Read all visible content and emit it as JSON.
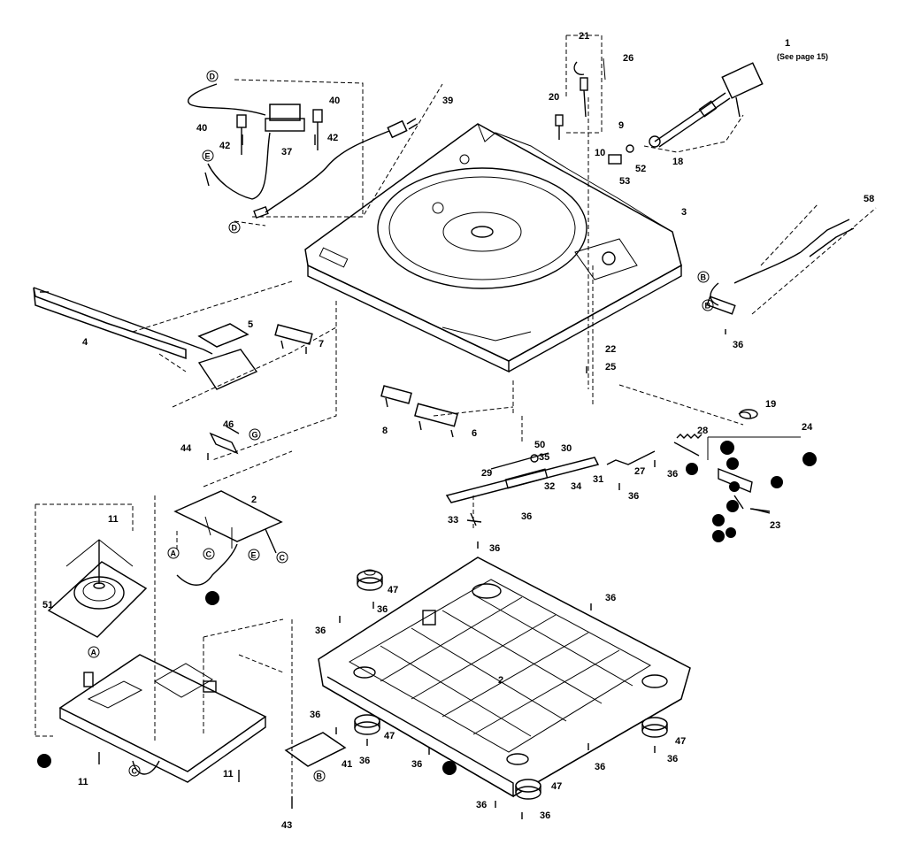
{
  "diagram": {
    "see_page_note": "(See page 15)",
    "part_labels": {
      "p1": "1",
      "p2a": "2",
      "p2b": "2",
      "p3": "3",
      "p4": "4",
      "p5": "5",
      "p6": "6",
      "p7": "7",
      "p8": "8",
      "p9": "9",
      "p10": "10",
      "p11a": "11",
      "p11b": "11",
      "p11c": "11",
      "p18": "18",
      "p19": "19",
      "p20": "20",
      "p21": "21",
      "p22": "22",
      "p23": "23",
      "p24": "24",
      "p25": "25",
      "p26": "26",
      "p27": "27",
      "p28": "28",
      "p29": "29",
      "p30": "30",
      "p31": "31",
      "p32": "32",
      "p33": "33",
      "p34": "34",
      "p35": "35",
      "p36a": "36",
      "p36b": "36",
      "p36c": "36",
      "p36d": "36",
      "p36e": "36",
      "p36f": "36",
      "p36g": "36",
      "p36h": "36",
      "p36i": "36",
      "p36j": "36",
      "p36k": "36",
      "p36l": "36",
      "p36m": "36",
      "p36n": "36",
      "p36o": "36",
      "p37": "37",
      "p39": "39",
      "p40a": "40",
      "p40b": "40",
      "p41": "41",
      "p42a": "42",
      "p42b": "42",
      "p43": "43",
      "p44": "44",
      "p46": "46",
      "p47a": "47",
      "p47b": "47",
      "p47c": "47",
      "p47d": "47",
      "p50": "50",
      "p51": "51",
      "p52": "52",
      "p53": "53",
      "p58": "58"
    },
    "connector_letters": {
      "c1": "D",
      "c2": "E",
      "c3": "D",
      "c4": "G",
      "c5": "A",
      "c6": "C",
      "c7": "E",
      "c8": "C",
      "c9": "B",
      "c10": "B",
      "c11": "A",
      "c12": "C",
      "c13": "B"
    }
  }
}
